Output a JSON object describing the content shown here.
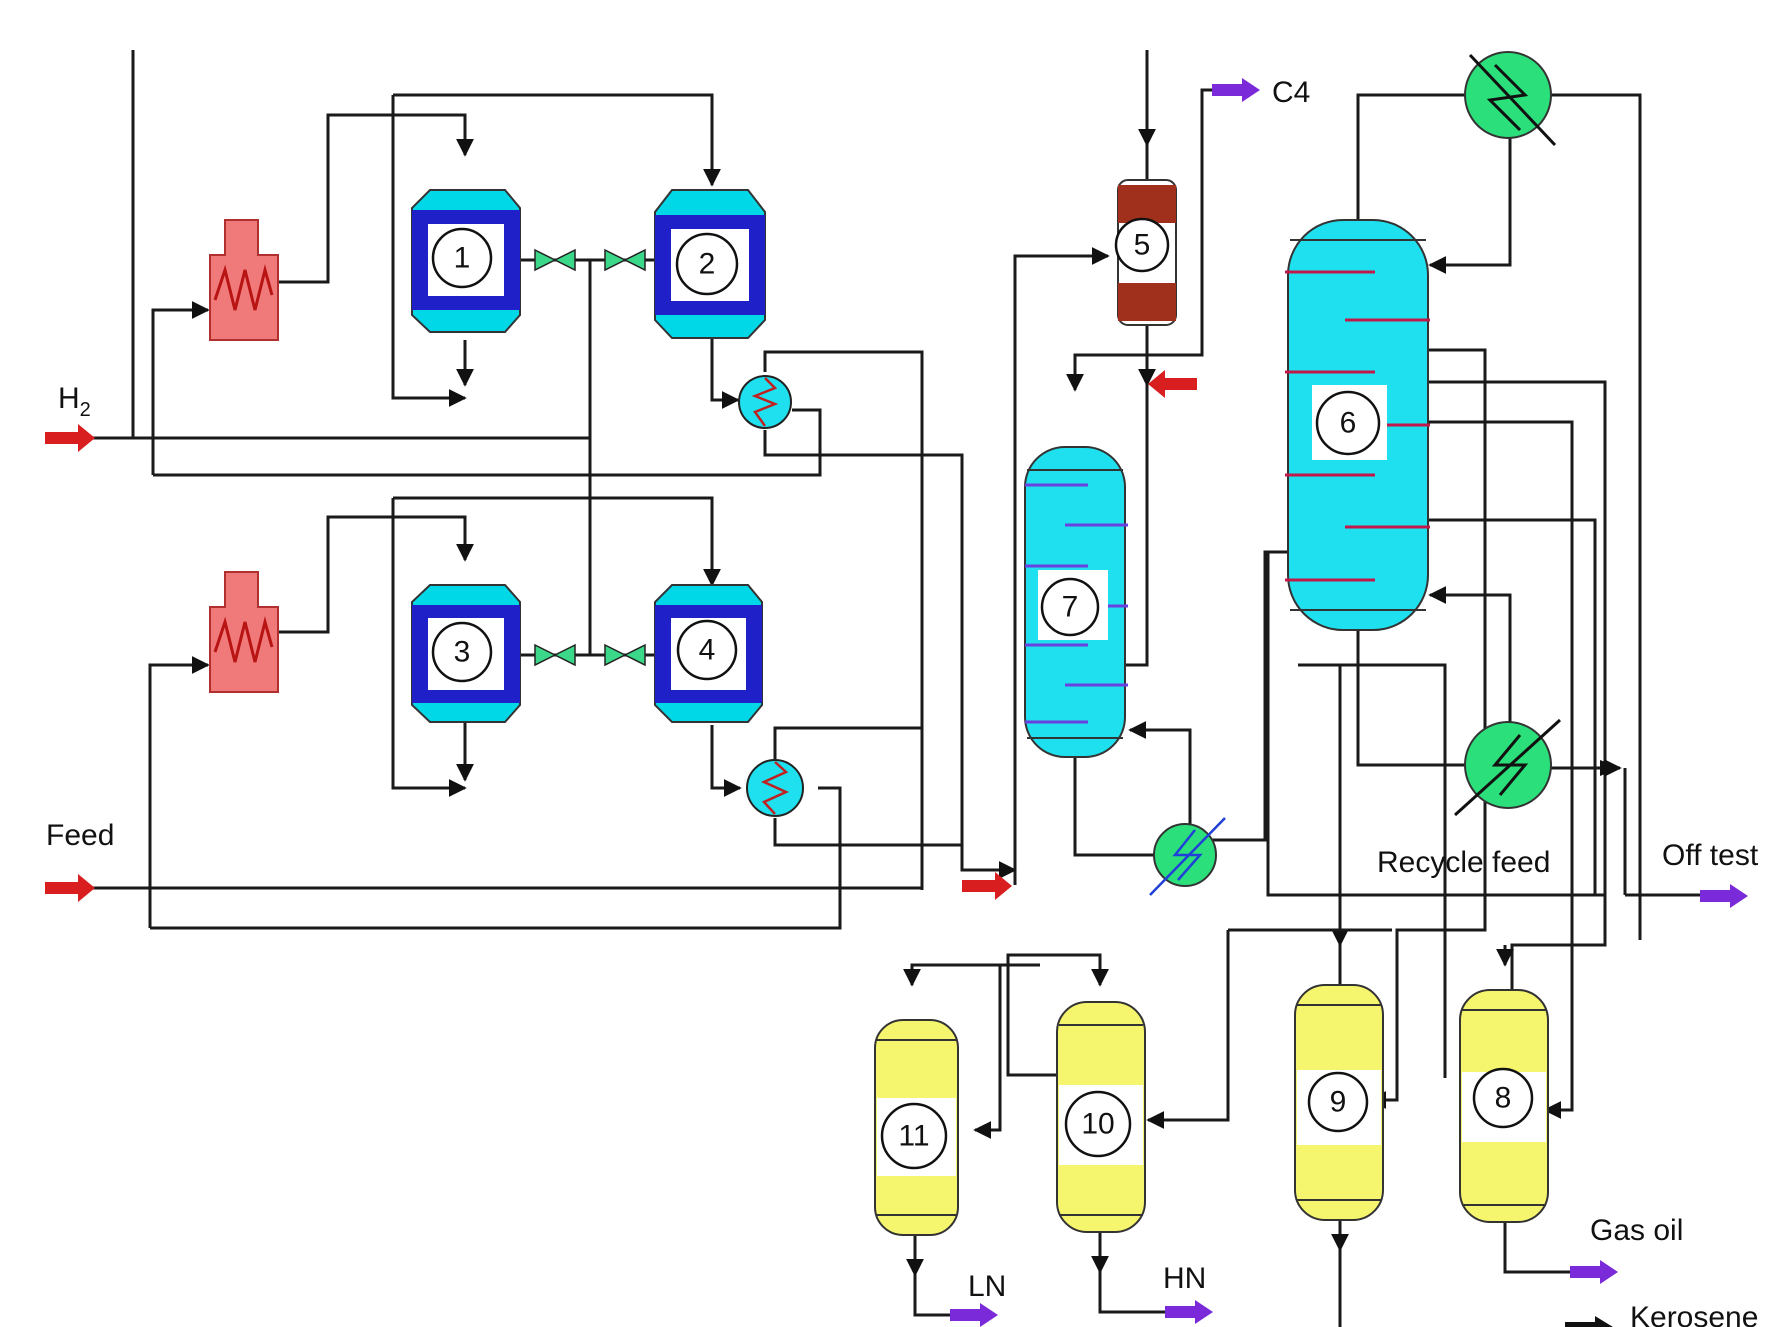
{
  "streams": {
    "h2": "H",
    "h2_sub": "2",
    "feed": "Feed",
    "c4": "C4",
    "recycle_feed": "Recycle feed",
    "off_test": "Off test",
    "gas_oil": "Gas oil",
    "ln": "LN",
    "hn": "HN",
    "kerosene": "Kerosene"
  },
  "units": {
    "reactor_1": "1",
    "reactor_2": "2",
    "reactor_3": "3",
    "reactor_4": "4",
    "column_5": "5",
    "column_6": "6",
    "column_7": "7",
    "drum_8": "8",
    "drum_9": "9",
    "drum_10": "10",
    "drum_11": "11"
  },
  "colors": {
    "reactor_shell": "#00d8e8",
    "reactor_core": "#2020c8",
    "furnace": "#f07a7a",
    "column": "#1ee0ee",
    "drum": "#f6f66e",
    "cooler": "#2be07a",
    "packing": "#a0301c",
    "feed_arrow": "#d81e1e",
    "product_arrow": "#7a2ad8"
  }
}
